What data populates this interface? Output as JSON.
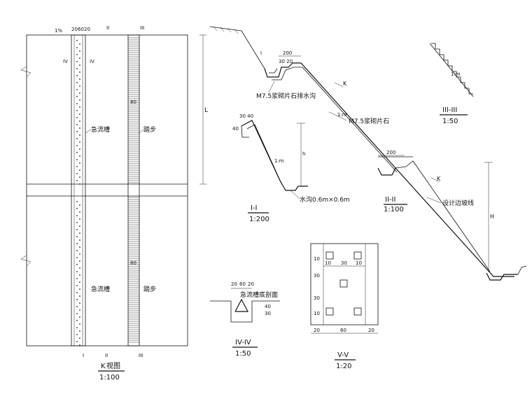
{
  "k_view": {
    "label_k": "K",
    "label_view": "视图",
    "scale": "1:100",
    "dim_20a": "20",
    "dim_60": "60",
    "dim_20b": "20",
    "dim_L": "L",
    "chute_label_1": "急流槽",
    "chute_label_2": "急流槽",
    "step_label_1": "踏步",
    "step_label_2": "踏步",
    "dim_80_1": "80",
    "dim_80_2": "80",
    "slope_mark": "1%",
    "sec_II": "II",
    "sec_III": "III",
    "sec_IV": "IV"
  },
  "main_profile": {
    "top_dim": "200",
    "small_dims": "30 20",
    "label_masonry_drain": "M7.5浆砌片石排水沟",
    "label_masonry": "M7.5浆砌片石",
    "slope_ratio": "1:m",
    "mid_dim": "200",
    "label_design_slope": "设计边坡线",
    "dim_H": "H",
    "arrow_K": "K",
    "sec_II_label": "II-II",
    "sec_II_scale": "1:100",
    "sec_I_mark": "I"
  },
  "section_I": {
    "dims_top": "30 40",
    "dim_40": "40",
    "dim_h": "h",
    "label_ditch": "水沟0.6m×0.6m",
    "title": "I-I",
    "scale": "1:200",
    "slope_ratio": "1:m"
  },
  "section_III": {
    "title": "III-III",
    "scale": "1:50",
    "slope_ratio": "1:m"
  },
  "section_IV": {
    "dims": [
      "20",
      "60",
      "20"
    ],
    "label": "急流槽底剖面",
    "dim_30": "30",
    "dim_40": "40",
    "title": "IV-IV",
    "scale": "1:50"
  },
  "section_V": {
    "top_dims": [
      "10",
      "30",
      "10"
    ],
    "left_dims": [
      "10",
      "30",
      "30",
      "10"
    ],
    "bottom_dims": [
      "20",
      "60",
      "20"
    ],
    "title": "V-V",
    "scale": "1:20"
  }
}
